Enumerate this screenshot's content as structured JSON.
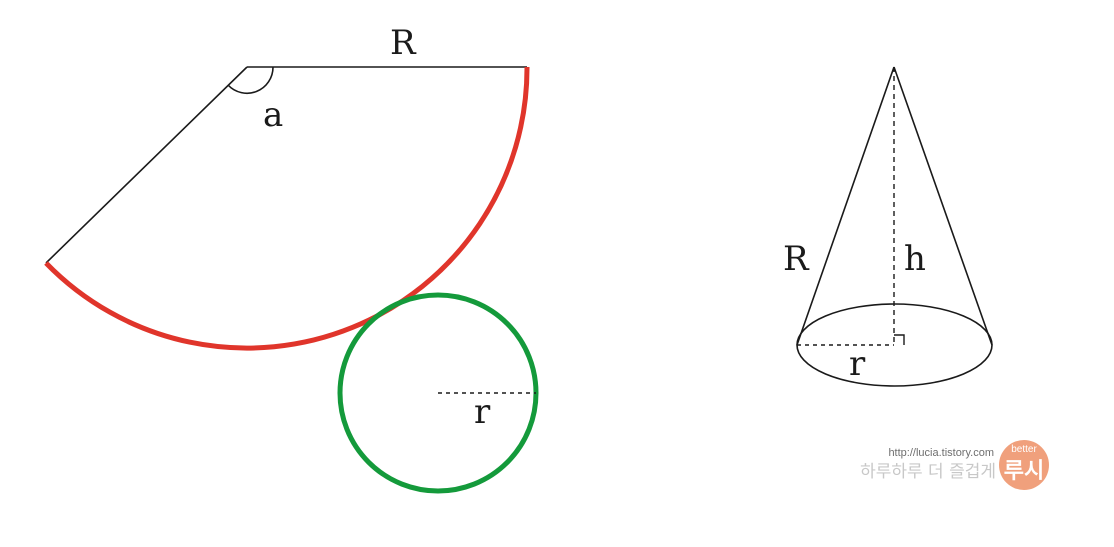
{
  "labels": {
    "sector_radius": "R",
    "sector_angle": "a",
    "base_radius": "r",
    "cone_slant": "R",
    "cone_height": "h",
    "cone_base_radius": "r"
  },
  "watermark": {
    "url": "http://lucia.tistory.com",
    "slogan": "하루하루 더 즐겁게",
    "badge_small": "better",
    "badge_big": "루시"
  },
  "colors": {
    "sector_arc": "#e0352b",
    "base_circle": "#149a3b",
    "lines": "#1a1a1a",
    "badge": "#f0a07c"
  }
}
